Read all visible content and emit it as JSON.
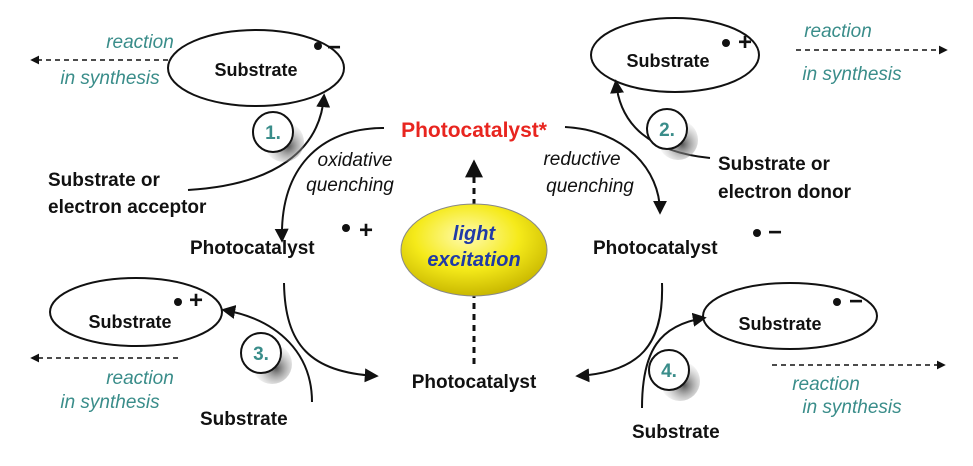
{
  "diagram": {
    "center": {
      "photocatalyst_excited": "Photocatalyst*",
      "light_line1": "light",
      "light_line2": "excitation",
      "photocatalyst_ground": "Photocatalyst"
    },
    "cycle1": {
      "number": "1.",
      "substrate_label": "Substrate",
      "charge": "−",
      "reaction_line1": "reaction",
      "reaction_line2": "in synthesis",
      "quench_line1": "oxidative",
      "quench_line2": "quenching",
      "reagent_line1": "Substrate or",
      "reagent_line2": "electron acceptor",
      "product": "Photocatalyst",
      "product_charge": "+"
    },
    "cycle2": {
      "number": "2.",
      "substrate_label": "Substrate",
      "charge": "+",
      "reaction_line1": "reaction",
      "reaction_line2": "in synthesis",
      "quench_line1": "reductive",
      "quench_line2": "quenching",
      "reagent_line1": "Substrate or",
      "reagent_line2": "electron donor",
      "product": "Photocatalyst",
      "product_charge": "−"
    },
    "cycle3": {
      "number": "3.",
      "substrate_label": "Substrate",
      "charge": "+",
      "reaction_line1": "reaction",
      "reaction_line2": "in synthesis",
      "reagent": "Substrate"
    },
    "cycle4": {
      "number": "4.",
      "substrate_label": "Substrate",
      "charge": "−",
      "reaction_line1": "reaction",
      "reaction_line2": "in synthesis",
      "reagent": "Substrate"
    },
    "colors": {
      "excited_red": "#e8251f",
      "teal_text": "#3a8d8a",
      "light_blue_text": "#1f3aa6",
      "ellipse_yellow": "#f2e600"
    }
  }
}
